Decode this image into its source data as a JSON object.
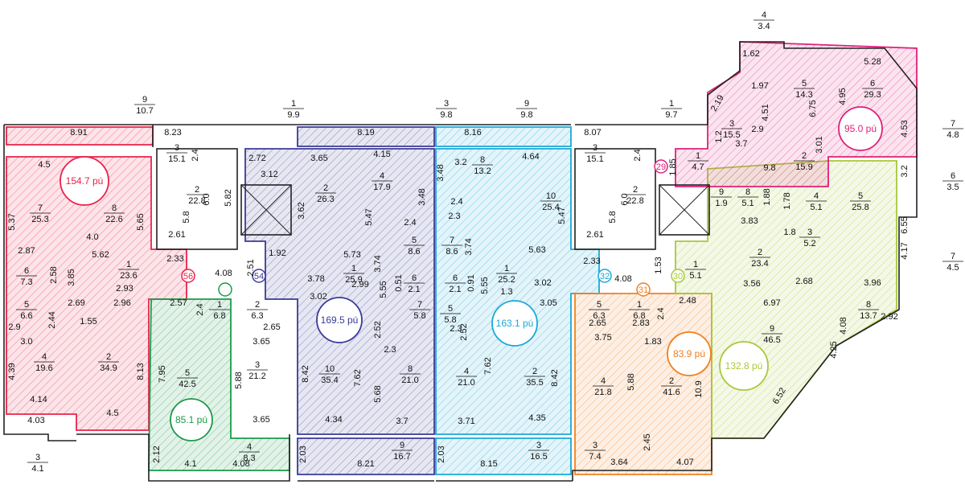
{
  "apartments": [
    {
      "id": "red",
      "color": "#e8234a",
      "total_label": "154.7 pú",
      "marker": "56",
      "rooms": [
        {
          "n": "7",
          "a": "25.3"
        },
        {
          "n": "8",
          "a": "22.6"
        },
        {
          "n": "1",
          "a": "23.6"
        },
        {
          "n": "6",
          "a": "7.3"
        },
        {
          "n": "5",
          "a": "6.6"
        },
        {
          "n": "4",
          "a": "19.6"
        },
        {
          "n": "2",
          "a": "34.9"
        },
        {
          "n": "3",
          "a": "4.1"
        },
        {
          "n": "9",
          "a": "10.7"
        }
      ],
      "dims": [
        "8.91",
        "4.5",
        "5.37",
        "5.65",
        "4.0",
        "2.87",
        "5.62",
        "2.58",
        "3.85",
        "2.93",
        "2.96",
        "2.69",
        "2.44",
        "1.55",
        "2.9",
        "3.0",
        "4.39",
        "8.13",
        "4.14",
        "4.03",
        "4.5",
        "2.33"
      ]
    },
    {
      "id": "green",
      "color": "#1a9a4a",
      "total_label": "85.1 pú",
      "marker": "",
      "rooms": [
        {
          "n": "1",
          "a": "6.8"
        },
        {
          "n": "2",
          "a": "6.3"
        },
        {
          "n": "5",
          "a": "42.5"
        },
        {
          "n": "3",
          "a": "21.2"
        },
        {
          "n": "4",
          "a": "8.3"
        }
      ],
      "dims": [
        "2.57",
        "2.4",
        "2.65",
        "3.65",
        "7.95",
        "5.88",
        "3.65",
        "2.12",
        "4.1",
        "4.08"
      ]
    },
    {
      "id": "blue",
      "color": "#3a3a9a",
      "total_label": "169.5 pú",
      "marker": "54",
      "rooms": [
        {
          "n": "2",
          "a": "26.3"
        },
        {
          "n": "4",
          "a": "17.9"
        },
        {
          "n": "1",
          "a": "25.9"
        },
        {
          "n": "5",
          "a": "8.6"
        },
        {
          "n": "6",
          "a": "2.1"
        },
        {
          "n": "10",
          "a": "35.4"
        },
        {
          "n": "8",
          "a": "21.0"
        },
        {
          "n": "7",
          "a": "5.8"
        },
        {
          "n": "9",
          "a": "16.7"
        },
        {
          "n": "3",
          "a": "9.8"
        }
      ],
      "dims": [
        "8.19",
        "2.72",
        "3.65",
        "4.15",
        "3.12",
        "3.48",
        "3.62",
        "5.47",
        "2.4",
        "3.78",
        "5.73",
        "2.99",
        "3.74",
        "5.55",
        "3.02",
        "2.52",
        "2.3",
        "8.42",
        "7.62",
        "5.68",
        "4.34",
        "3.7",
        "2.03",
        "8.21",
        "0.51"
      ]
    },
    {
      "id": "cyan",
      "color": "#1aa8d8",
      "total_label": "163.1 pú",
      "marker": "32",
      "rooms": [
        {
          "n": "8",
          "a": "13.2"
        },
        {
          "n": "10",
          "a": "25.4"
        },
        {
          "n": "7",
          "a": "8.6"
        },
        {
          "n": "1",
          "a": "25.2"
        },
        {
          "n": "6",
          "a": "2.1"
        },
        {
          "n": "5",
          "a": "5.8"
        },
        {
          "n": "4",
          "a": "21.0"
        },
        {
          "n": "2",
          "a": "35.5"
        },
        {
          "n": "3",
          "a": "16.5"
        },
        {
          "n": "9",
          "a": "9.8"
        }
      ],
      "dims": [
        "8.16",
        "3.2",
        "4.64",
        "3.48",
        "2.4",
        "5.47",
        "2.3",
        "3.74",
        "5.63",
        "3.02",
        "5.55",
        "1.3",
        "3.05",
        "2.52",
        "2.3",
        "7.62",
        "8.42",
        "3.71",
        "4.35",
        "2.03",
        "8.15",
        "2.33",
        "0.91"
      ]
    },
    {
      "id": "orange",
      "color": "#f08020",
      "total_label": "83.9 pú",
      "marker": "31",
      "rooms": [
        {
          "n": "5",
          "a": "6.3"
        },
        {
          "n": "1",
          "a": "6.8"
        },
        {
          "n": "4",
          "a": "21.8"
        },
        {
          "n": "2",
          "a": "41.6"
        },
        {
          "n": "3",
          "a": "7.4"
        }
      ],
      "dims": [
        "2.65",
        "2.83",
        "2.4",
        "2.48",
        "3.75",
        "1.83",
        "5.88",
        "10.9",
        "2.45",
        "3.64",
        "4.07"
      ]
    },
    {
      "id": "lime",
      "color": "#a8c83a",
      "total_label": "132.8 pú",
      "marker": "30",
      "rooms": [
        {
          "n": "1",
          "a": "5.1"
        },
        {
          "n": "2",
          "a": "23.4"
        },
        {
          "n": "3",
          "a": "5.2"
        },
        {
          "n": "4",
          "a": "5.1"
        },
        {
          "n": "5",
          "a": "25.8"
        },
        {
          "n": "8",
          "a": "13.7"
        },
        {
          "n": "9",
          "a": "46.5"
        },
        {
          "n": "6",
          "a": "3.5"
        },
        {
          "n": "7",
          "a": "4.5"
        }
      ],
      "dims": [
        "3.83",
        "1.8",
        "1.78",
        "3.2",
        "6.55",
        "4.17",
        "3.96",
        "3.56",
        "2.68",
        "6.97",
        "2.92",
        "4.08",
        "4.25",
        "6.52"
      ]
    },
    {
      "id": "magenta",
      "color": "#e0207a",
      "total_label": "95.0 pú",
      "marker": "29",
      "rooms": [
        {
          "n": "3",
          "a": "15.5"
        },
        {
          "n": "5",
          "a": "14.3"
        },
        {
          "n": "6",
          "a": "29.3"
        },
        {
          "n": "1",
          "a": "4.7"
        },
        {
          "n": "2",
          "a": "15.9"
        },
        {
          "n": "8",
          "a": "5.1"
        },
        {
          "n": "9",
          "a": "1.9"
        },
        {
          "n": "4",
          "a": "3.4"
        },
        {
          "n": "7",
          "a": "4.8"
        }
      ],
      "dims": [
        "1.62",
        "1.97",
        "2.19",
        "4.51",
        "4.95",
        "5.28",
        "6.75",
        "2.9",
        "3.7",
        "9.8",
        "3.01",
        "4.53",
        "1.2",
        "1.85",
        "1.88"
      ]
    }
  ],
  "common": [
    {
      "rooms": [
        {
          "n": "3",
          "a": "15.1"
        },
        {
          "n": "2",
          "a": "22.8"
        },
        {
          "n": "1",
          "a": "9.9"
        }
      ],
      "dims": [
        "8.23",
        "2.4",
        "6.0",
        "5.82",
        "5.8",
        "2.61",
        "1.92",
        "2.51",
        "4.08"
      ]
    },
    {
      "rooms": [
        {
          "n": "3",
          "a": "15.1"
        },
        {
          "n": "2",
          "a": "22.8"
        },
        {
          "n": "1",
          "a": "9.7"
        }
      ],
      "dims": [
        "8.07",
        "2.4",
        "6.0",
        "5.8",
        "2.61",
        "1.53",
        "4.08"
      ]
    }
  ]
}
